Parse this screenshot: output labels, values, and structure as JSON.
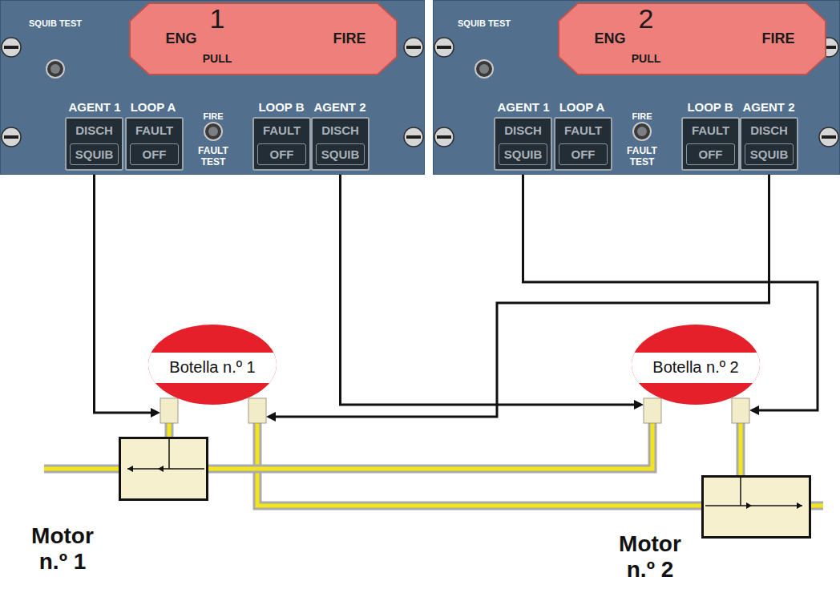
{
  "diagram": {
    "nodes": [
      {
        "text": [
          "SQUIB TEST",
          "AGENT 1",
          "LOOP A",
          "FIRE",
          "FAULT TEST",
          "LOOP B",
          "AGENT 2"
        ]
      },
      {
        "text": [
          "ENG",
          "1",
          "PULL",
          "FIRE"
        ],
        "in": 0
      },
      {
        "text": [
          "DISCH",
          "SQUIB"
        ],
        "in": 0
      },
      {
        "text": [
          "FAULT",
          "OFF"
        ],
        "in": 0
      },
      {
        "text": [
          "FAULT",
          "OFF"
        ],
        "in": 0
      },
      {
        "text": [
          "DISCH",
          "SQUIB"
        ],
        "in": 0
      },
      {
        "text": [
          "SQUIB TEST",
          "AGENT 1",
          "LOOP A",
          "FIRE",
          "FAULT TEST",
          "LOOP B",
          "AGENT 2"
        ]
      },
      {
        "text": [
          "ENG",
          "2",
          "PULL",
          "FIRE"
        ],
        "in": 6
      },
      {
        "text": [
          "DISCH",
          "SQUIB"
        ],
        "in": 6
      },
      {
        "text": [
          "FAULT",
          "OFF"
        ],
        "in": 6
      },
      {
        "text": [
          "FAULT",
          "OFF"
        ],
        "in": 6
      },
      {
        "text": [
          "DISCH",
          "SQUIB"
        ],
        "in": 6
      },
      {
        "text": [
          "Botella n.º 1"
        ]
      },
      {
        "text": [
          "Botella n.º 2"
        ]
      },
      {
        "text": [
          "Motor n.º 1"
        ]
      },
      {
        "text": [
          "Motor n.º 2"
        ]
      }
    ],
    "edges": [
      {
        "from": 2,
        "to": 12,
        "arrow": "to"
      },
      {
        "from": 5,
        "to": 13,
        "arrow": "to"
      },
      {
        "from": 8,
        "to": 13,
        "arrow": "to"
      },
      {
        "from": 11,
        "to": 12,
        "arrow": "to"
      },
      {
        "from": 12,
        "to": 14,
        "arrow": "none"
      },
      {
        "from": 12,
        "to": 15,
        "arrow": "none"
      },
      {
        "from": 13,
        "to": 14,
        "arrow": "none"
      },
      {
        "from": 13,
        "to": 15,
        "arrow": "none"
      }
    ]
  }
}
